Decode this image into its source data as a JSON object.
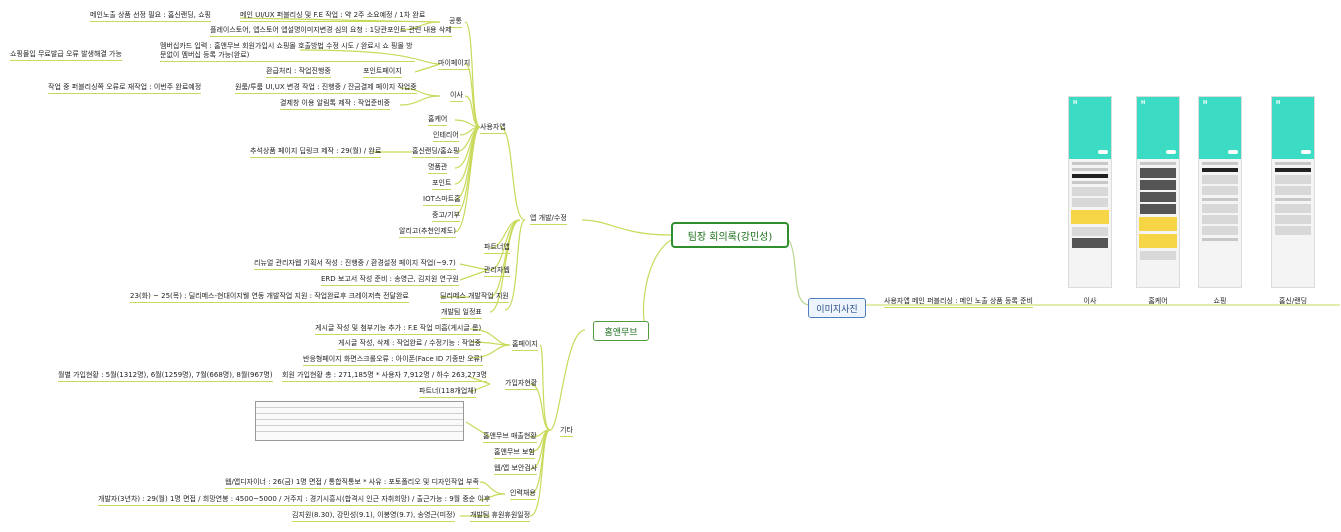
{
  "root": "팀장 회의록(강민성)",
  "branches": {
    "app_dev": "앱 개발/수정",
    "honmove": "홈앤무브",
    "image": "이미지사진",
    "business": "사용자앱",
    "etc": "기타"
  },
  "app": {
    "common": "공통",
    "common_items": [
      "메인 UI/UX 퍼블리싱 및 F.E 작업 : 약 2주 소요예정 / 1차 완료",
      "메인노출 상품 선정 필요 : 홈신랜딩, 쇼핑",
      "플레이스토어, 앱스토어 앱설명이미지변경 심의 요청 : 1당관포인트 관련 내용 삭제"
    ],
    "mypage": "마이페이지",
    "mypage_items": [
      "멤버십카드 입력 : 홈앤무브 회원가입시 쇼핑몰 호출방법 수정 시도 / 완료시 쇼 핑몰 방문없이 멤버십 등록 가능(완료)",
      "쇼핑몰입 무료발급 오류 발생해결 가능",
      "포인트페이지",
      "환급처리 : 작업진행중"
    ],
    "move": "이사",
    "move_items": [
      "원룸/투룸 UI,UX 변경 작업 : 진행중 / 잔금결제 페이지 작업중",
      "작업 중 퍼블리싱쪽 오류로 재작업 : 이번주 완료예정",
      "결제창 이용 알림톡 제작 : 작업준비중"
    ],
    "leaves": [
      "홈케어",
      "인테리어",
      "홈신랜딩/홈쇼핑",
      "명품관",
      "포인트",
      "IOT스마트홈",
      "중고/기부",
      "알리고(추천인제도)"
    ],
    "home_shopping_note": "추석상품 페이지 딥링크 제작 : 29(월) / 완료",
    "partners": "파트너앱",
    "admin": "관리자웹",
    "admin_items": [
      "리뉴얼 관리자웹 기획서 작성 : 진행중 / 환경설정 페이지 작업(~9.7)",
      "ERD 보고서 작성 준비 : 송영근, 김지원 연구원"
    ],
    "delimes": "딜리메스 개발작업 지원",
    "delimes_note": "23(화) ~ 25(목) : 딜리메스-현대이지웰 연동 개발작업 지원 : 작업완료후 크레이저측 전달완료",
    "dev_schedule": "개발팀 일정표"
  },
  "hm": {
    "homepage": "홈페이지",
    "homepage_items": [
      "게시글 작성 및 첨부기능 추가 : F.E 작업 미흡(게시글 롬)",
      "게시글 작성, 삭제 : 작업완료 / 수정기능 : 작업중",
      "반응형페이지 화면스크롤오류 : 아이폰(Face ID 기종만 오류)"
    ],
    "members": "가입자현황",
    "members_note": "회원 가입현황 총 : 271,185명  * 사용자 7,912명 / 하수 263,273명",
    "members_monthly": "월별 가입현황 : 5월(1312명), 6월(1259명), 7월(668명), 8월(967명)",
    "partners_count": "파트너(118개업체)",
    "sales": "홈앤무브 매출현황",
    "insurance": "홈앤무브 보험",
    "security": "웹/앱 보안검사",
    "hire": "인력채용",
    "hire_items": [
      "웹/앱디자이너 : 26(금) 1명 면접 / 통합직통보  * 사유 : 포토폴리오 및 디자인작업 부족",
      "개발자(3년차) : 29(월) 1명 면접 / 희망연봉 : 4500~5000 / 거주지 : 경기시흥시(합격시 인근 자취희망) / 출근가능 : 9월 중순 이후"
    ],
    "vacation": "개발팀 휴원휴원일정",
    "vacation_note": "김지원(8.30), 강민성(9.1), 이봉영(9.7), 송영근(미정)"
  },
  "image_section": {
    "caption": "사용자앱 메인 퍼블리싱 : 메인 노출 상품 등록 준비",
    "thumbs": [
      "이사",
      "홈케어",
      "쇼핑",
      "홈신/랜딩"
    ]
  }
}
